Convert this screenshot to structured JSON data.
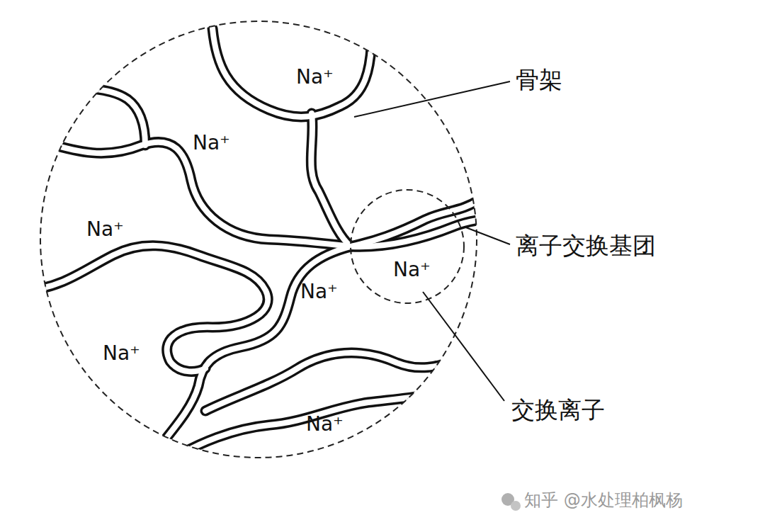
{
  "diagram": {
    "labels": [
      "Na⁺",
      "Na⁺",
      "Na⁺",
      "Na⁺",
      "Na⁺",
      "Na⁺",
      "Na⁺",
      "骨架",
      "离子交换基团",
      "交换离子",
      "知乎 @水处理柏枫杨"
    ]
  }
}
